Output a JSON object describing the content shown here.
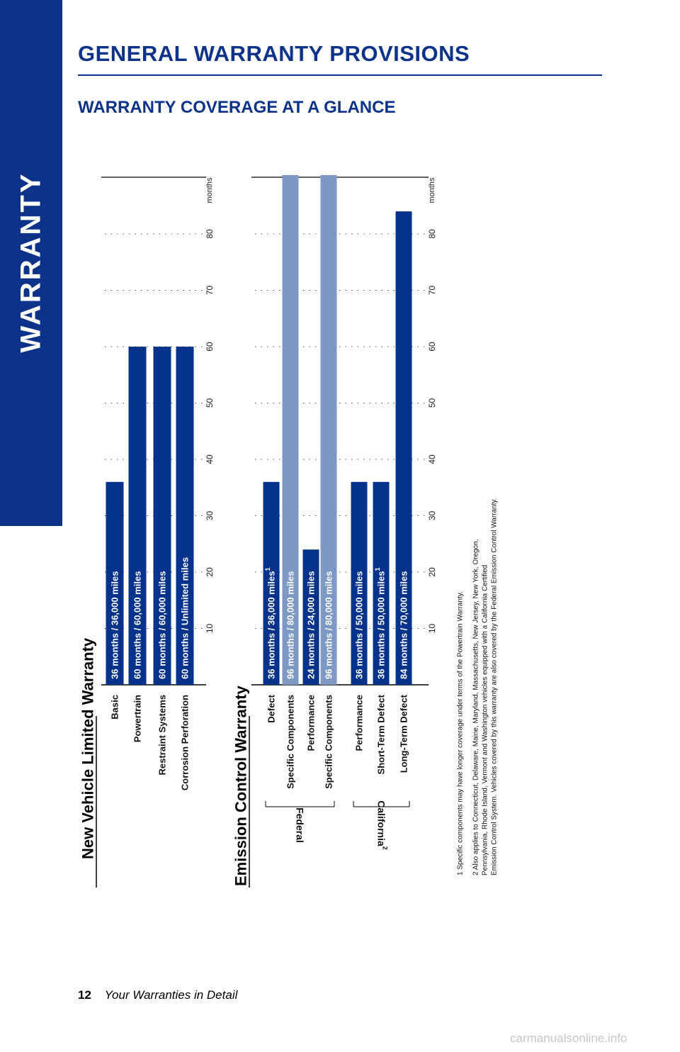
{
  "side_tab": {
    "label": "WARRANTY"
  },
  "header": {
    "title": "GENERAL WARRANTY PROVISIONS",
    "subtitle": "WARRANTY COVERAGE AT A GLANCE"
  },
  "footer": {
    "page_number": "12",
    "text": "Your Warranties in Detail"
  },
  "watermark": "carmanualsonline.info",
  "colors": {
    "brand": "#0d3289",
    "dark_bar": "#05328a",
    "light_bar": "#7e98c4"
  },
  "footnotes": {
    "note1": "1 Specific components may have longer coverage under terms of the Powertrain Warranty.",
    "note2_lines": [
      "2 Also applies to Connecticut, Delaware, Maine, Maryland, Massachusetts, New Jersey, New York, Oregon,",
      "Pennsylvania, Rhode Island, Vermont and Washington vehicles equipped with a California Certified",
      "Emission Control System. Vehicles covered by this warranty are also covered by the Federal Emission Control Warranty."
    ]
  },
  "chart_data": [
    {
      "type": "bar",
      "orientation": "horizontal",
      "title": "New Vehicle Limited Warranty",
      "axis_unit_label": "months",
      "ticks": [
        10,
        20,
        30,
        40,
        50,
        60,
        70,
        80
      ],
      "xlim": [
        0,
        90
      ],
      "grid": "dotted",
      "categories": [
        "Basic",
        "Powertrain",
        "Restraint Systems",
        "Corrosion Perforation"
      ],
      "values": [
        36,
        60,
        60,
        60
      ],
      "bar_labels": [
        "36 months / 36,000 miles",
        "60 months / 60,000 miles",
        "60 months / 60,000 miles",
        "60 months / Unlimited miles"
      ],
      "bar_colors": [
        "#05328a",
        "#05328a",
        "#05328a",
        "#05328a"
      ]
    },
    {
      "type": "bar",
      "orientation": "horizontal",
      "title": "Emission Control Warranty",
      "axis_unit_label": "months",
      "ticks": [
        10,
        20,
        30,
        40,
        50,
        60,
        70,
        80
      ],
      "xlim": [
        0,
        90
      ],
      "grid": "dotted",
      "categories": [
        "Defect",
        "Specific Components",
        "Performance",
        "Specific Components",
        "Performance",
        "Short-Term Defect",
        "Long-Term Defect"
      ],
      "values": [
        36,
        96,
        24,
        96,
        36,
        36,
        84
      ],
      "bar_labels": [
        "36 months / 36,000 miles",
        "96 months / 80,000 miles",
        "24 months / 24,000 miles",
        "96 months / 80,000 miles",
        "36 months / 50,000 miles",
        "36 months / 50,000 miles",
        "84 months / 70,000 miles"
      ],
      "bar_superscripts": [
        "1",
        "",
        "",
        "",
        "",
        "1",
        ""
      ],
      "bar_colors": [
        "#05328a",
        "#7e98c4",
        "#05328a",
        "#7e98c4",
        "#05328a",
        "#05328a",
        "#05328a"
      ],
      "groups": [
        {
          "label": "Federal",
          "superscript": "",
          "categories": [
            0,
            1,
            2,
            3
          ]
        },
        {
          "label": "California",
          "superscript": "2",
          "categories": [
            4,
            5,
            6
          ]
        }
      ]
    }
  ]
}
